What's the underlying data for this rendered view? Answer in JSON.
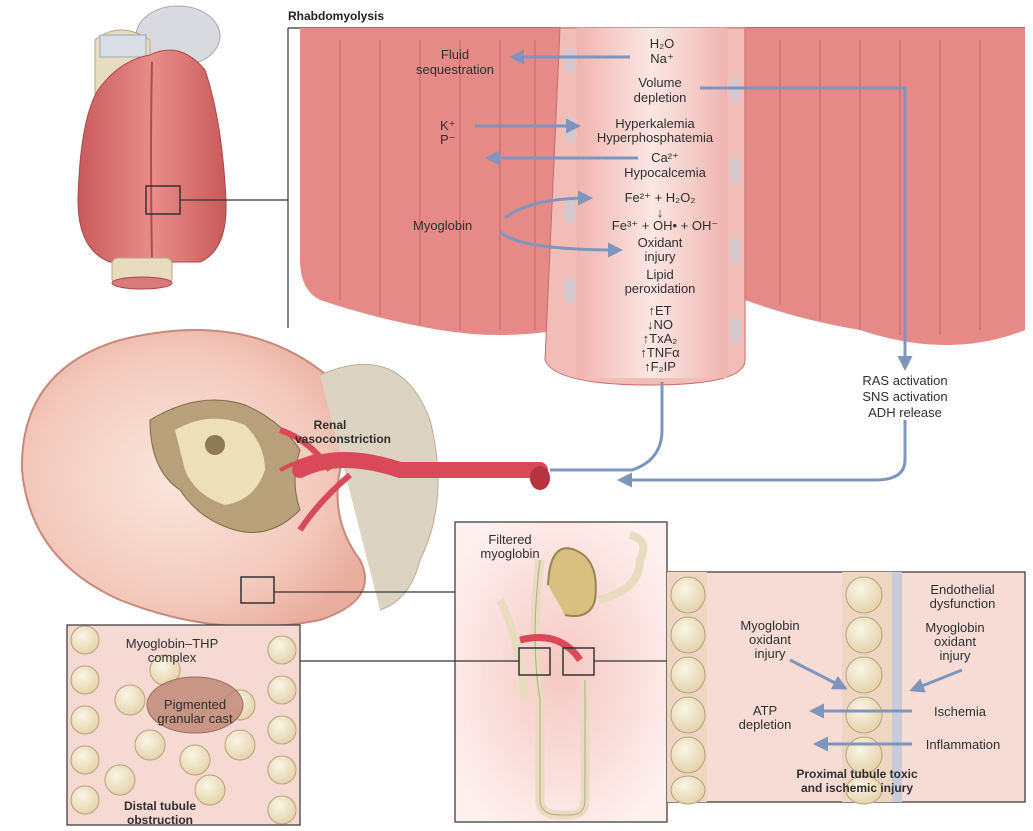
{
  "title": "Rhabdomyolysis",
  "colors": {
    "muscle": "#e07b7b",
    "muscle_light": "#f2c2c2",
    "vessel": "#d9495a",
    "arrow": "#7e95bd",
    "kidney": "#e8b2a6",
    "tubule_cell": "#efe3c4"
  },
  "vessel_labels": {
    "h2o": "H₂O",
    "na": "Na⁺",
    "volume": "Volume",
    "depletion": "depletion",
    "hyperkalemia": "Hyperkalemia",
    "hyperphos": "Hyperphosphatemia",
    "ca": "Ca²⁺",
    "hypocalcemia": "Hypocalcemia",
    "fe_top": "Fe²⁺ + H₂O₂",
    "fe_arrow": "↓",
    "fe_bottom": "Fe³⁺ + OH• + OH⁻",
    "oxidant": "Oxidant",
    "injury": "injury",
    "lipid": "Lipid",
    "peroxidation": "peroxidation",
    "et": "↑ET",
    "no": "↓NO",
    "txa2": "↑TxA₂",
    "tnfa": "↑TNFα",
    "f2ip": "↑F₂IP"
  },
  "side_labels": {
    "fluid": "Fluid",
    "sequestration": "sequestration",
    "k": "K⁺",
    "p": "P⁻",
    "myoglobin": "Myoglobin"
  },
  "activation": {
    "ras": "RAS activation",
    "sns": "SNS activation",
    "adh": "ADH release"
  },
  "renal": {
    "line1": "Renal",
    "line2": "vasoconstriction"
  },
  "nephron": {
    "line1": "Filtered",
    "line2": "myoglobin"
  },
  "distal": {
    "complex1": "Myoglobin–THP",
    "complex2": "complex",
    "cast1": "Pigmented",
    "cast2": "granular cast",
    "caption1": "Distal tubule",
    "caption2": "obstruction"
  },
  "proximal": {
    "endo1": "Endothelial",
    "endo2": "dysfunction",
    "myo_left1": "Myoglobin",
    "myo_left2": "oxidant",
    "myo_left3": "injury",
    "myo_right1": "Myoglobin",
    "myo_right2": "oxidant",
    "myo_right3": "injury",
    "atp1": "ATP",
    "atp2": "depletion",
    "ischemia": "Ischemia",
    "inflammation": "Inflammation",
    "caption1": "Proximal tubule toxic",
    "caption2": "and ischemic injury"
  }
}
